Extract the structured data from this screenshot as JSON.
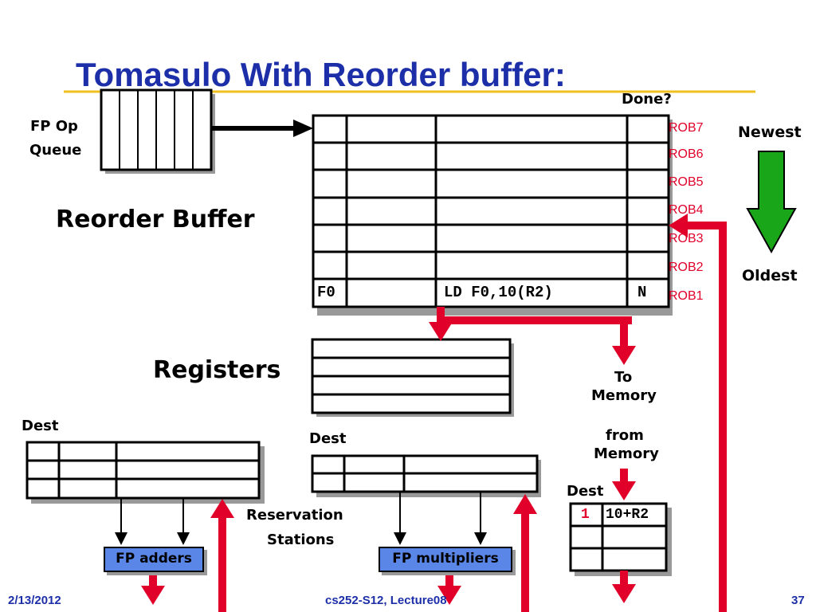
{
  "title": "Tomasulo With Reorder buffer:",
  "colors": {
    "title": "#1c2fa8",
    "rob_label": "#e0002a",
    "arrow_red": "#e0002a",
    "arrow_green": "#19a619",
    "fu_fill": "#5a86e8",
    "rule_gold": "#f0c020"
  },
  "queue": {
    "label_line1": "FP Op",
    "label_line2": "Queue"
  },
  "rob": {
    "title": "Reorder Buffer",
    "done_header": "Done?",
    "labels": [
      "ROB7",
      "ROB6",
      "ROB5",
      "ROB4",
      "ROB3",
      "ROB2",
      "ROB1"
    ],
    "entry1": {
      "dest": "F0",
      "instruction": "LD F0,10(R2)",
      "done": "N"
    }
  },
  "order": {
    "newest": "Newest",
    "oldest": "Oldest"
  },
  "registers": {
    "title": "Registers"
  },
  "memory": {
    "to_line1": "To",
    "to_line2": "Memory",
    "from_line1": "from",
    "from_line2": "Memory"
  },
  "reservation": {
    "dest_label": "Dest",
    "line1": "Reservation",
    "line2": "Stations"
  },
  "units": {
    "adders": "FP adders",
    "multipliers": "FP multipliers"
  },
  "load_buffer": {
    "dest_label": "Dest",
    "entry_dest": "1",
    "entry_addr": "10+R2"
  },
  "footer": {
    "date": "2/13/2012",
    "course": "cs252-S12, Lecture08",
    "page": "37"
  }
}
